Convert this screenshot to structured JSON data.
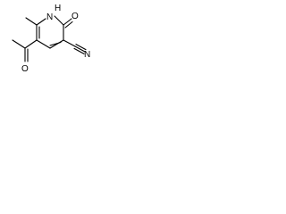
{
  "molecule": {
    "atom_labels": {
      "ring_nitrogen_h": "H",
      "ring_nitrogen": "N",
      "ring_carbonyl_oxygen": "O",
      "nitrile_nitrogen": "N",
      "acetyl_oxygen": "O"
    }
  }
}
